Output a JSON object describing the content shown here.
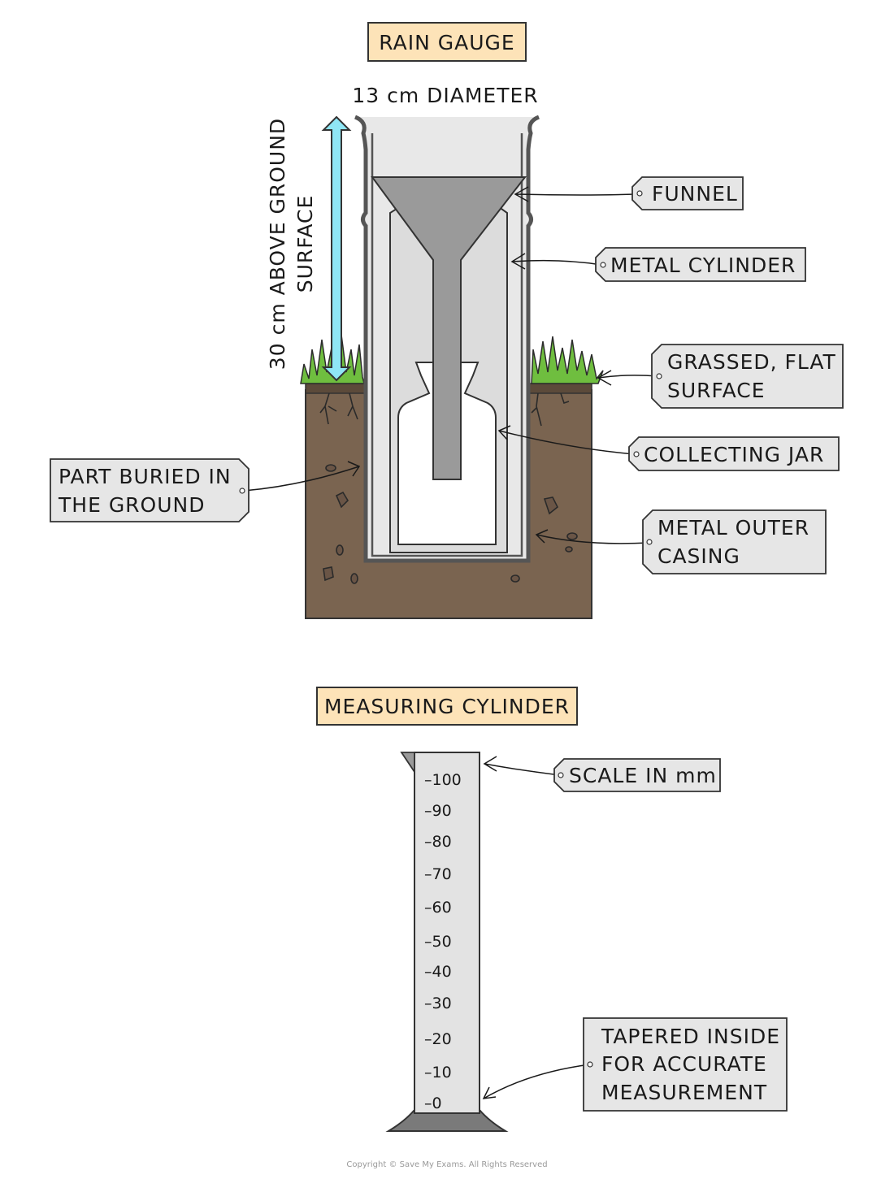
{
  "titles": {
    "rain_gauge": "RAIN GAUGE",
    "measuring_cylinder": "MEASURING CYLINDER"
  },
  "dimensions": {
    "diameter": "13 cm DIAMETER",
    "height_line1": "30 cm ABOVE GROUND",
    "height_line2": "SURFACE"
  },
  "labels": {
    "funnel": "FUNNEL",
    "metal_cylinder": "METAL CYLINDER",
    "grassed_1": "GRASSED, FLAT",
    "grassed_2": "SURFACE",
    "collecting_jar": "COLLECTING JAR",
    "metal_outer_1": "METAL OUTER",
    "metal_outer_2": "CASING",
    "buried_1": "PART BURIED IN",
    "buried_2": "THE GROUND",
    "scale": "SCALE IN mm",
    "tapered_1": "TAPERED INSIDE",
    "tapered_2": "FOR ACCURATE",
    "tapered_3": "MEASUREMENT"
  },
  "scale_ticks": [
    "–100",
    "–90",
    "–80",
    "–70",
    "–60",
    "–50",
    "–40",
    "–30",
    "–20",
    "–10",
    "–0"
  ],
  "copyright": "Copyright © Save My Exams. All Rights Reserved",
  "colors": {
    "title_box": "#fde3b8",
    "label_box": "#e6e6e6",
    "soil": "#7a6450",
    "grass": "#6fbe3f",
    "arrow": "#8fe6f5",
    "funnel": "#9a9a9a",
    "cylinder_fill": "#dcdcdc",
    "casing": "#555555"
  }
}
